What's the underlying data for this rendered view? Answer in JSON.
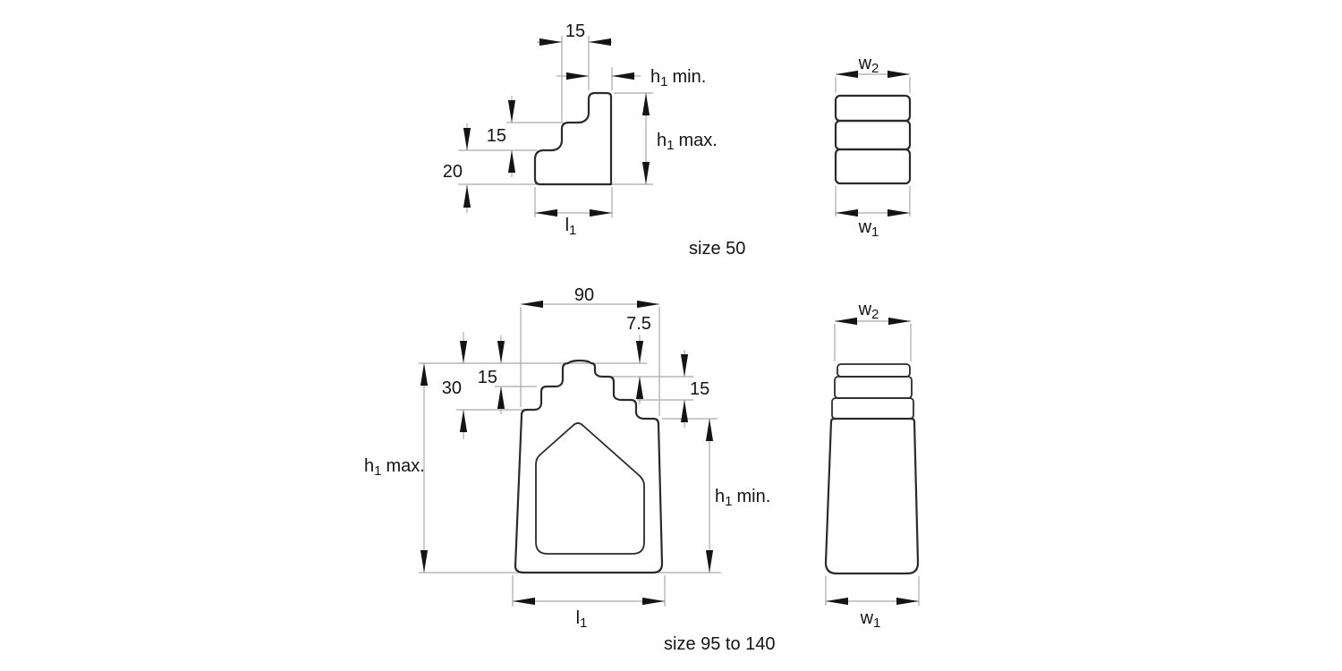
{
  "figure": {
    "background": "#ffffff",
    "outline_color": "#2b2b2b",
    "dim_line_color": "#a9a9a9",
    "arrow_color": "#141414",
    "text_color": "#141414"
  },
  "size50": {
    "caption": "size 50",
    "side_view": {
      "top_width": "15",
      "step_height": "15",
      "base_height": "20",
      "h1_min": {
        "main": "h",
        "sub": "1",
        "suffix": "min."
      },
      "h1_max": {
        "main": "h",
        "sub": "1",
        "suffix": "max."
      },
      "length": {
        "main": "l",
        "sub": "1"
      }
    },
    "front_view": {
      "w2": {
        "main": "w",
        "sub": "2"
      },
      "w1": {
        "main": "w",
        "sub": "1"
      }
    }
  },
  "size95": {
    "caption": "size 95 to 140",
    "side_view": {
      "overall_width": "90",
      "step_right_top": "7.5",
      "step_right_lower": "15",
      "step_left_upper": "15",
      "step_left_total": "30",
      "h1_min": {
        "main": "h",
        "sub": "1",
        "suffix": "min."
      },
      "h1_max": {
        "main": "h",
        "sub": "1",
        "suffix": "max."
      },
      "length": {
        "main": "l",
        "sub": "1"
      }
    },
    "front_view": {
      "w2": {
        "main": "w",
        "sub": "2"
      },
      "w1": {
        "main": "w",
        "sub": "1"
      }
    }
  }
}
